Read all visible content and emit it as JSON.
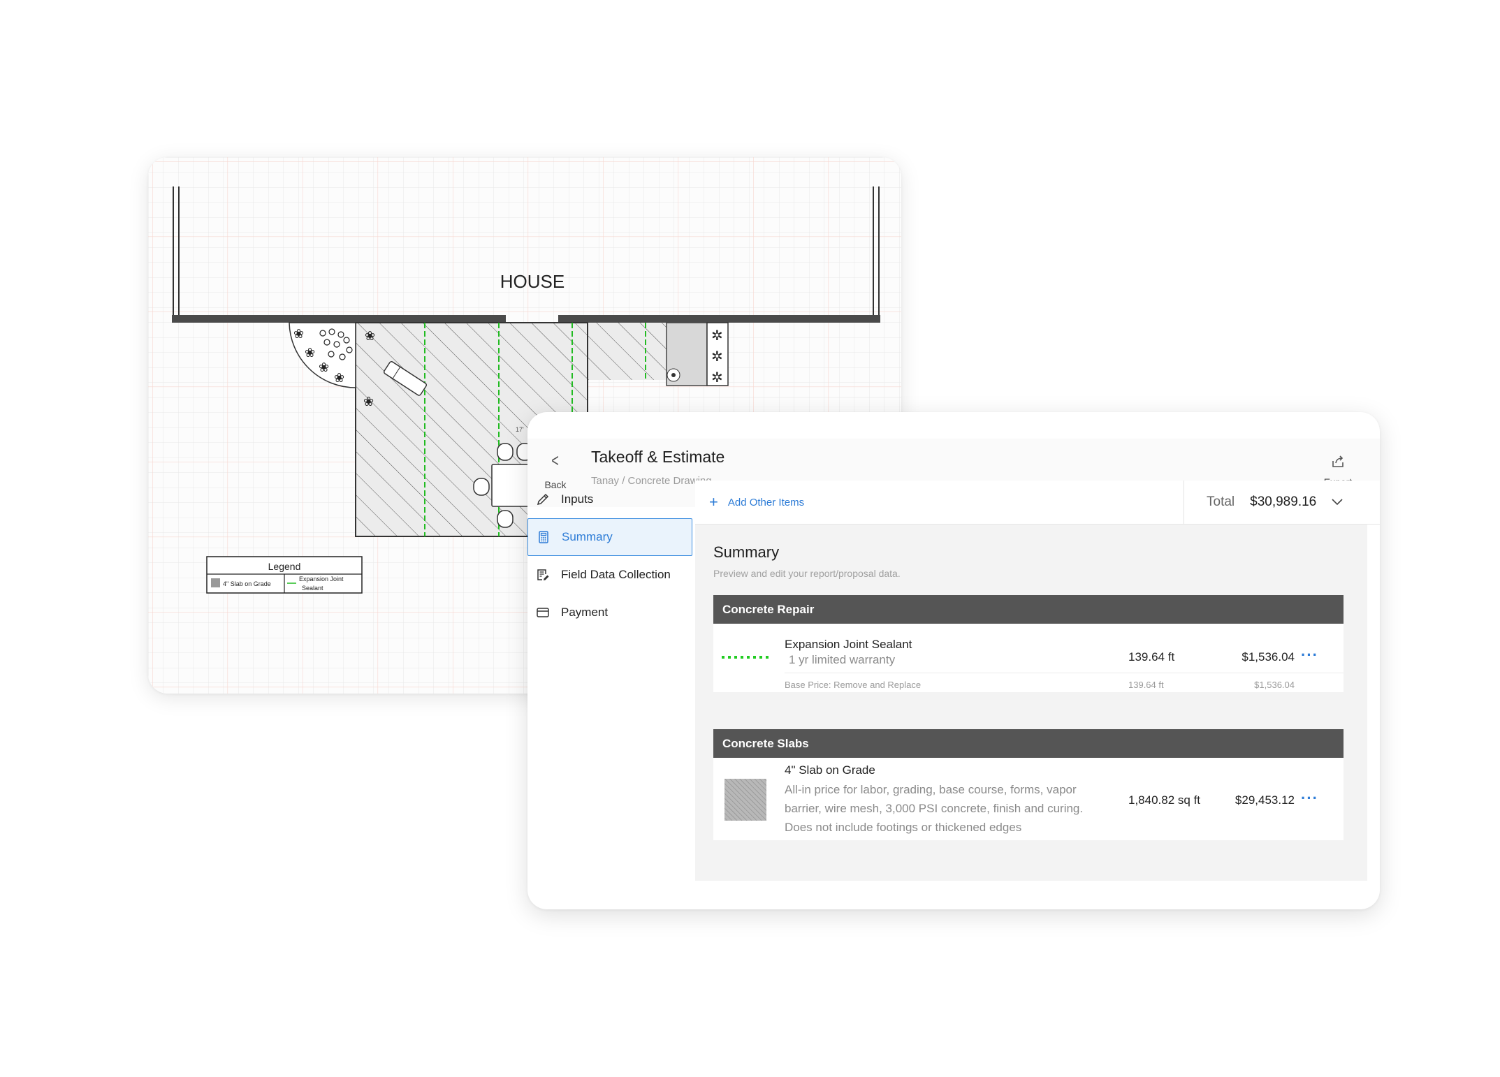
{
  "drawing": {
    "house_label": "HOUSE",
    "dimension_label": "17'",
    "legend": {
      "title": "Legend",
      "item1": "4\" Slab on Grade",
      "item2_line1": "Expansion Joint",
      "item2_line2": "Sealant"
    },
    "colors": {
      "grid": "#e6e6e6",
      "grid_major": "#f6d4cc",
      "joint": "#22bb22",
      "wall": "#4a4a4a"
    }
  },
  "app": {
    "header": {
      "back_label": "Back",
      "title": "Takeoff & Estimate",
      "breadcrumb": "Tanay / Concrete Drawing",
      "export_label": "Export"
    },
    "toolbar": {
      "add_items_label": "Add Other Items",
      "total_label": "Total",
      "total_value": "$30,989.16"
    },
    "sidebar": {
      "items": [
        {
          "label": "Inputs",
          "icon": "pencil-icon"
        },
        {
          "label": "Summary",
          "icon": "calculator-icon"
        },
        {
          "label": "Field Data Collection",
          "icon": "clipboard-edit-icon"
        },
        {
          "label": "Payment",
          "icon": "credit-card-icon"
        }
      ],
      "active_index": 1
    },
    "summary": {
      "title": "Summary",
      "subtitle": "Preview and edit your report/proposal data.",
      "sections": [
        {
          "title": "Concrete Repair",
          "items": [
            {
              "name": "Expansion Joint Sealant",
              "description": "1 yr limited warranty",
              "quantity": "139.64 ft",
              "price": "$1,536.04",
              "swatch": "dotted-green-line",
              "base_label": "Base Price: Remove and Replace",
              "base_quantity": "139.64 ft",
              "base_price": "$1,536.04"
            }
          ]
        },
        {
          "title": "Concrete Slabs",
          "items": [
            {
              "name": "4\" Slab on Grade",
              "description_lines": [
                "All-in price for labor, grading, base course, forms, vapor",
                "barrier, wire mesh, 3,000 PSI concrete, finish and curing.",
                "Does not include footings or thickened edges"
              ],
              "quantity": "1,840.82 sq ft",
              "price": "$29,453.12",
              "swatch": "hatched-gray-square"
            }
          ]
        }
      ]
    },
    "colors": {
      "accent": "#2c7bd6",
      "section_header": "#555555",
      "joint_green": "#22cc22"
    }
  }
}
